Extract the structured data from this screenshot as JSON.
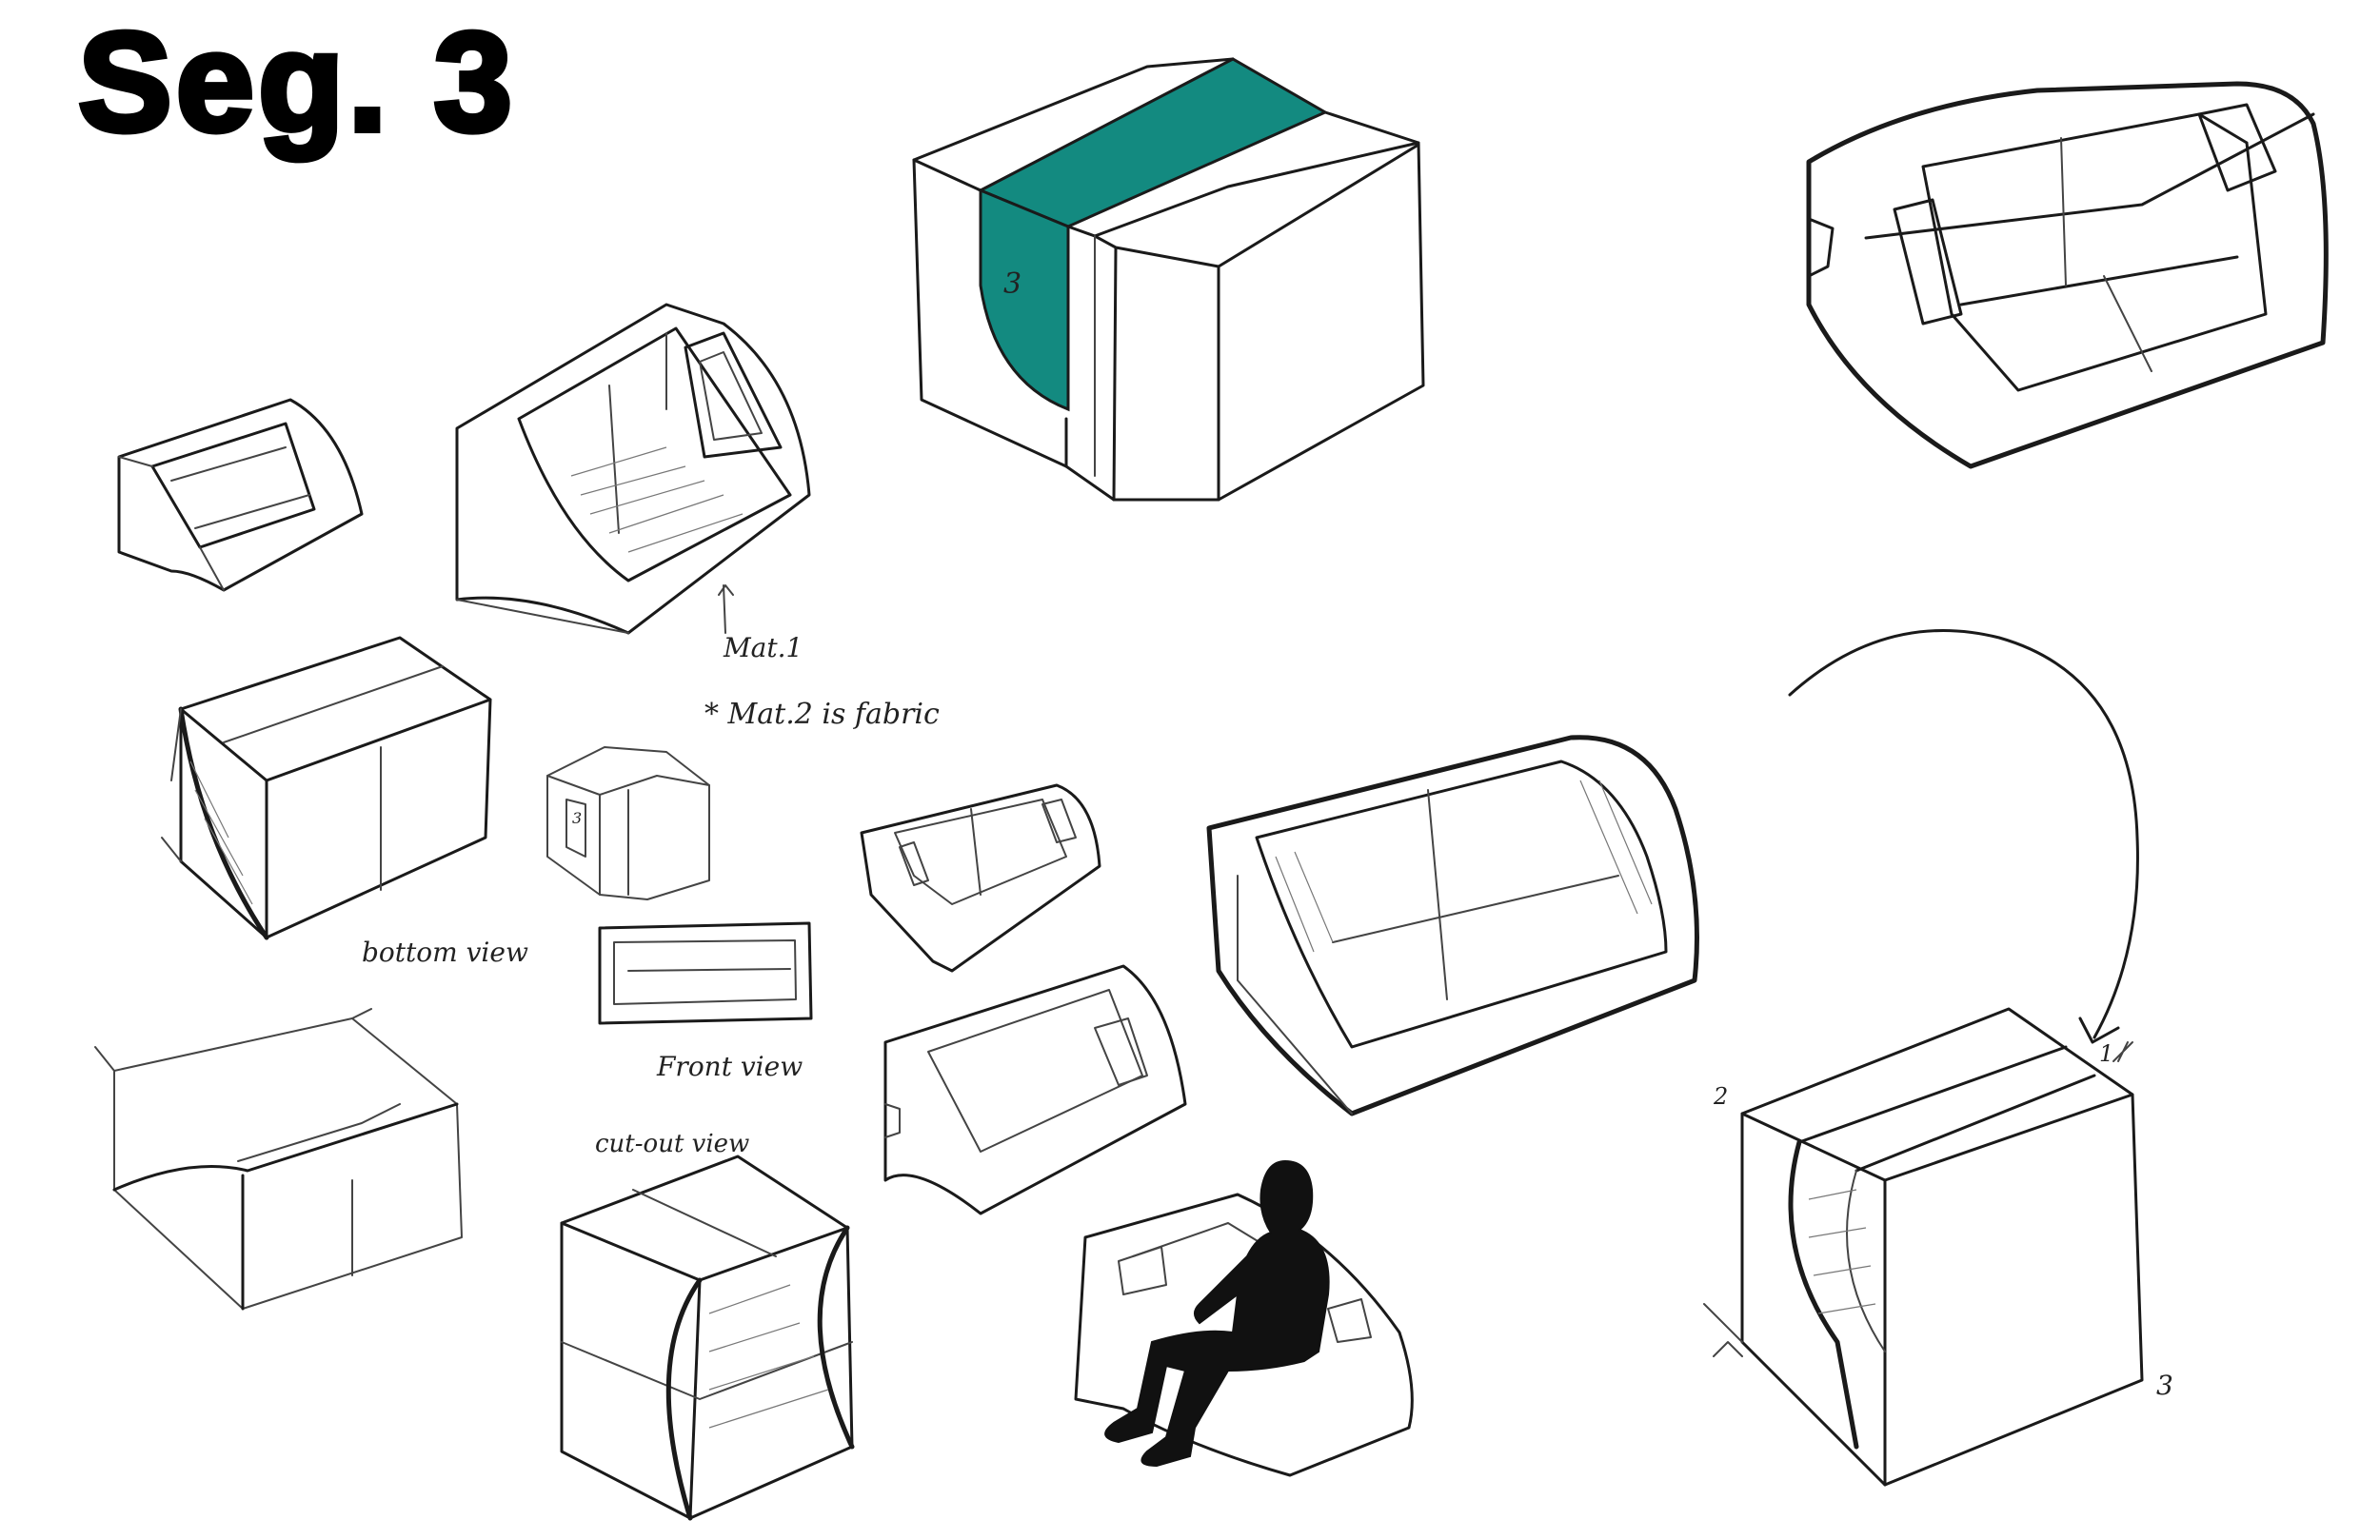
{
  "title": "Seg. 3",
  "colors": {
    "accent": "#138a80",
    "ink": "#1a1a1a",
    "silhouette": "#111111"
  },
  "annotations": {
    "mat1": "Mat.1",
    "mat2_note": "* Mat.2 is fabric",
    "bottom_view": "bottom view",
    "front_view": "Front view",
    "cutout_view": "cut-out view",
    "num_3_top": "3",
    "num_3_small": "3",
    "num_1": "1",
    "num_2": "2",
    "num_3_right": "3"
  }
}
